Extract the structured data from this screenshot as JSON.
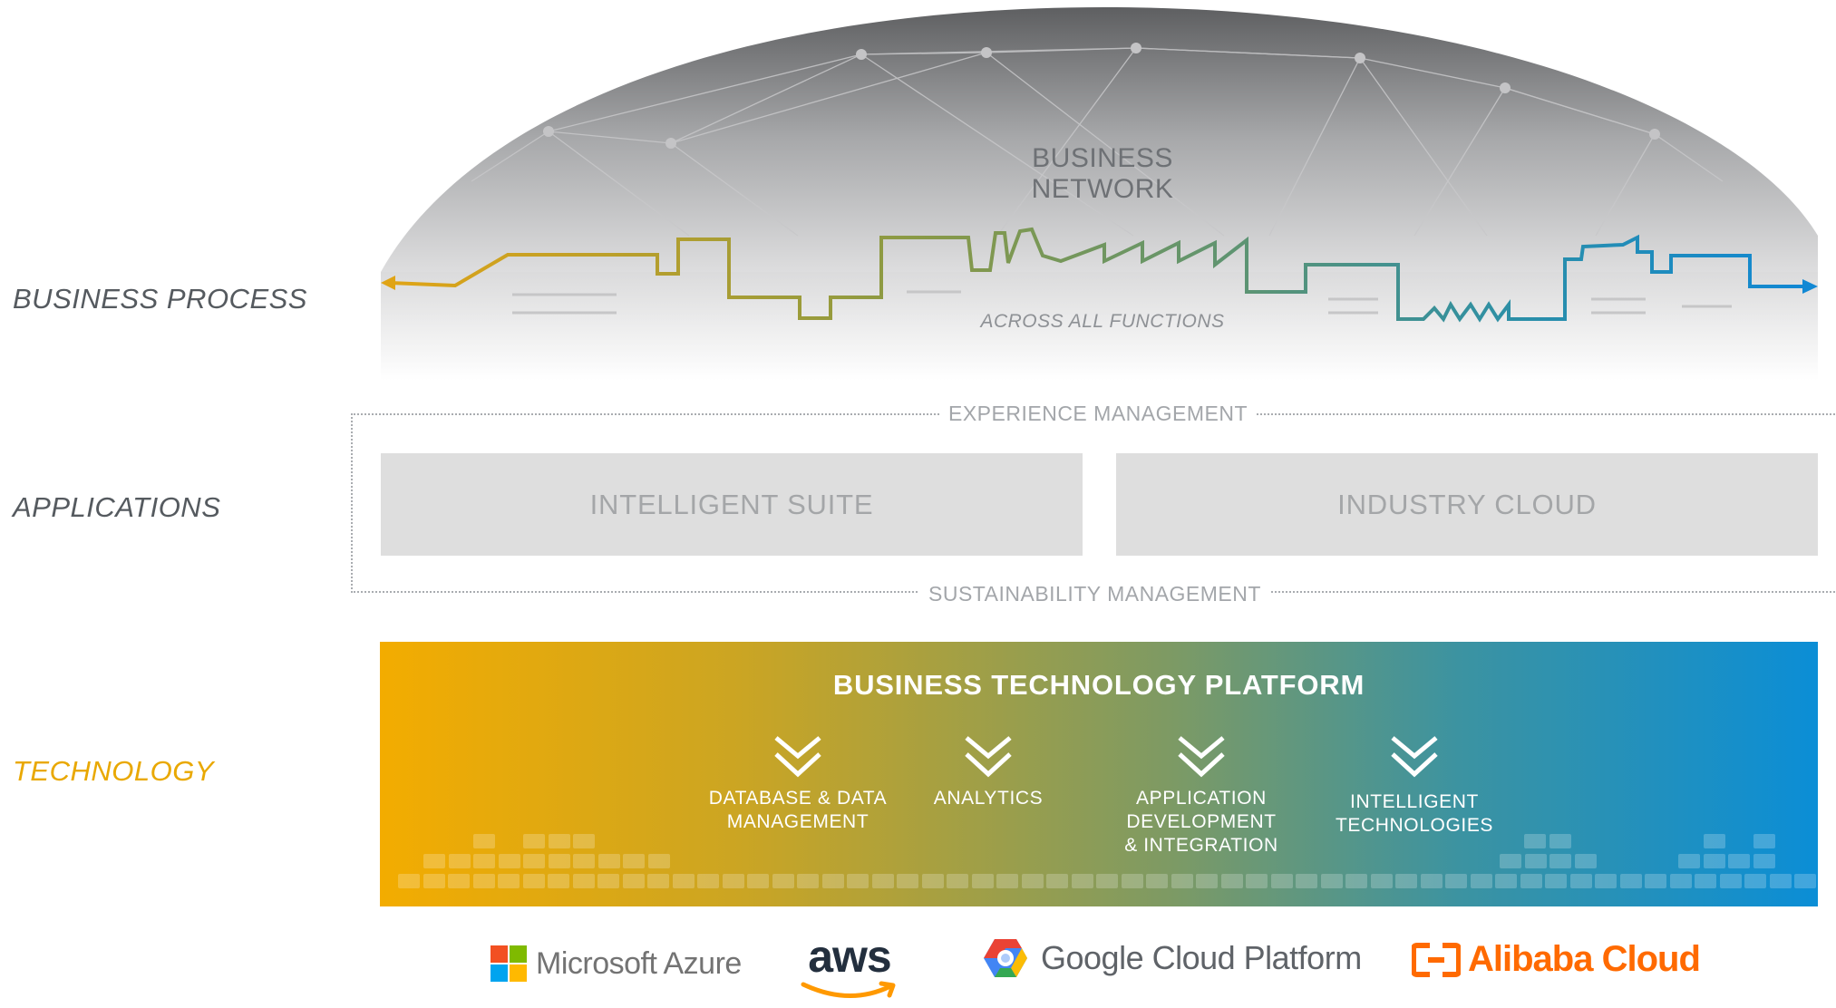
{
  "tiers": {
    "business_process": "BUSINESS PROCESS",
    "applications": "APPLICATIONS",
    "technology": "TECHNOLOGY"
  },
  "network": {
    "title": "BUSINESS NETWORK",
    "subtitle": "ACROSS ALL FUNCTIONS"
  },
  "applications": {
    "top_label": "EXPERIENCE MANAGEMENT",
    "bottom_label": "SUSTAINABILITY MANAGEMENT",
    "left_box": "INTELLIGENT SUITE",
    "right_box": "INDUSTRY CLOUD"
  },
  "platform": {
    "title": "BUSINESS TECHNOLOGY PLATFORM",
    "pillars": [
      {
        "line1": "DATABASE & DATA",
        "line2": "MANAGEMENT",
        "line3": ""
      },
      {
        "line1": "ANALYTICS",
        "line2": "",
        "line3": ""
      },
      {
        "line1": "APPLICATION",
        "line2": "DEVELOPMENT",
        "line3": "& INTEGRATION"
      },
      {
        "line1": "INTELLIGENT",
        "line2": "TECHNOLOGIES",
        "line3": ""
      }
    ]
  },
  "providers": {
    "microsoft": "Microsoft Azure",
    "aws": "aws",
    "google": "Google Cloud Platform",
    "alibaba": "Alibaba Cloud"
  },
  "colors": {
    "technology_label": "#e9a800",
    "platform_start": "#f3ac00",
    "platform_end": "#0b8ed6",
    "process_line_start": "#d9a21b",
    "process_line_end": "#1b8fcf",
    "app_box": "#dedede"
  },
  "icons": {
    "arrow": "double-chevron-down-icon",
    "microsoft": "microsoft-logo-icon",
    "aws": "aws-smile-icon",
    "google": "google-cloud-hexagon-icon",
    "alibaba": "alibaba-bracket-icon"
  }
}
